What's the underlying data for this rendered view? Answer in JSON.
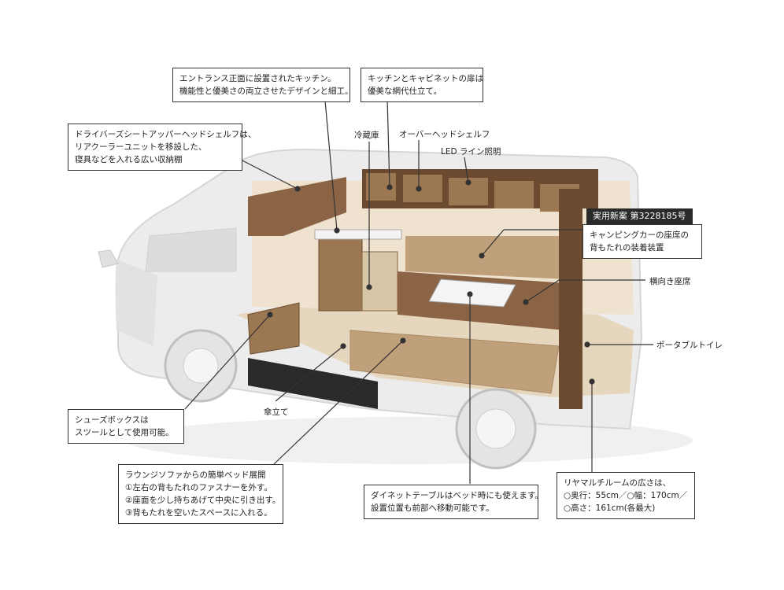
{
  "colors": {
    "van_body": "#ececec",
    "van_shadow": "#d2d2d2",
    "wood_dark": "#6b4a30",
    "wood_mid": "#8a6444",
    "wicker": "#9c7852",
    "cushion": "#bfa07a",
    "floor": "#e6d6bd",
    "callout_line": "#333333",
    "patent_bg": "#2a2a2a"
  },
  "callouts": {
    "kitchen_front": "エントランス正面に設置されたキッチン。\n機能性と優美さの両立させたデザインと細工。",
    "cabinet_doors": "キッチンとキャビネットの扉は\n優美な網代仕立て。",
    "overhead_shelf_driver": "ドライバーズシートアッパーヘッドシェルフは、\nリアクーラーユニットを移設した、\n寝具などを入れる広い収納棚",
    "refrigerator": "冷蔵庫",
    "overhead_shelf": "オーバーヘッドシェルフ",
    "led_light": "LED ライン照明",
    "patent": "実用新案 第3228185号",
    "backrest_device": "キャンピングカーの座席の\n背もたれの装着装置",
    "side_seat": "横向き座席",
    "portable_toilet": "ポータブルトイレ",
    "shoe_box": "シューズボックスは\nスツールとして使用可能。",
    "umbrella_stand": "傘立て",
    "lounge_sofa": "ラウンジソファからの簡単ベッド展開\n①左右の背もたれのファスナーを外す。\n②座面を少し持ちあげて中央に引き出す。\n③背もたれを空いたスペースに入れる。",
    "dinette_table": "ダイネットテーブルはベッド時にも使えます。\n設置位置も前部へ移動可能です。",
    "rear_room": "リヤマルチルームの広さは、\n○奥行：55cm／○幅：170cm／\n○高さ：161cm(各最大)"
  }
}
